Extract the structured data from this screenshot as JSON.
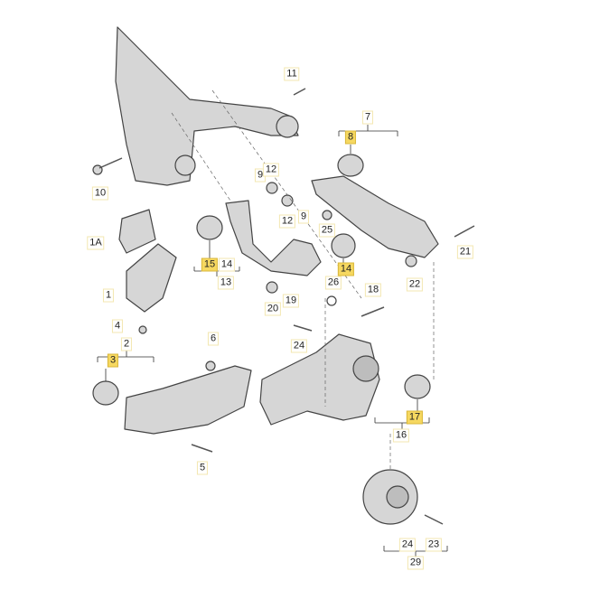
{
  "colors": {
    "highlight": "#f6d860",
    "part_fill": "#d6d6d6",
    "part_stroke": "#444444",
    "leader": "#555555"
  },
  "labels": [
    "11",
    "7",
    "8",
    "9",
    "12",
    "10",
    "12",
    "9",
    "25",
    "21",
    "1A",
    "15",
    "14",
    "13",
    "14",
    "26",
    "22",
    "1",
    "19",
    "20",
    "18",
    "4",
    "24",
    "6",
    "2",
    "3",
    "17",
    "16",
    "5",
    "24",
    "23",
    "29"
  ],
  "highlighted": [
    "8",
    "15",
    "14",
    "3",
    "17"
  ]
}
